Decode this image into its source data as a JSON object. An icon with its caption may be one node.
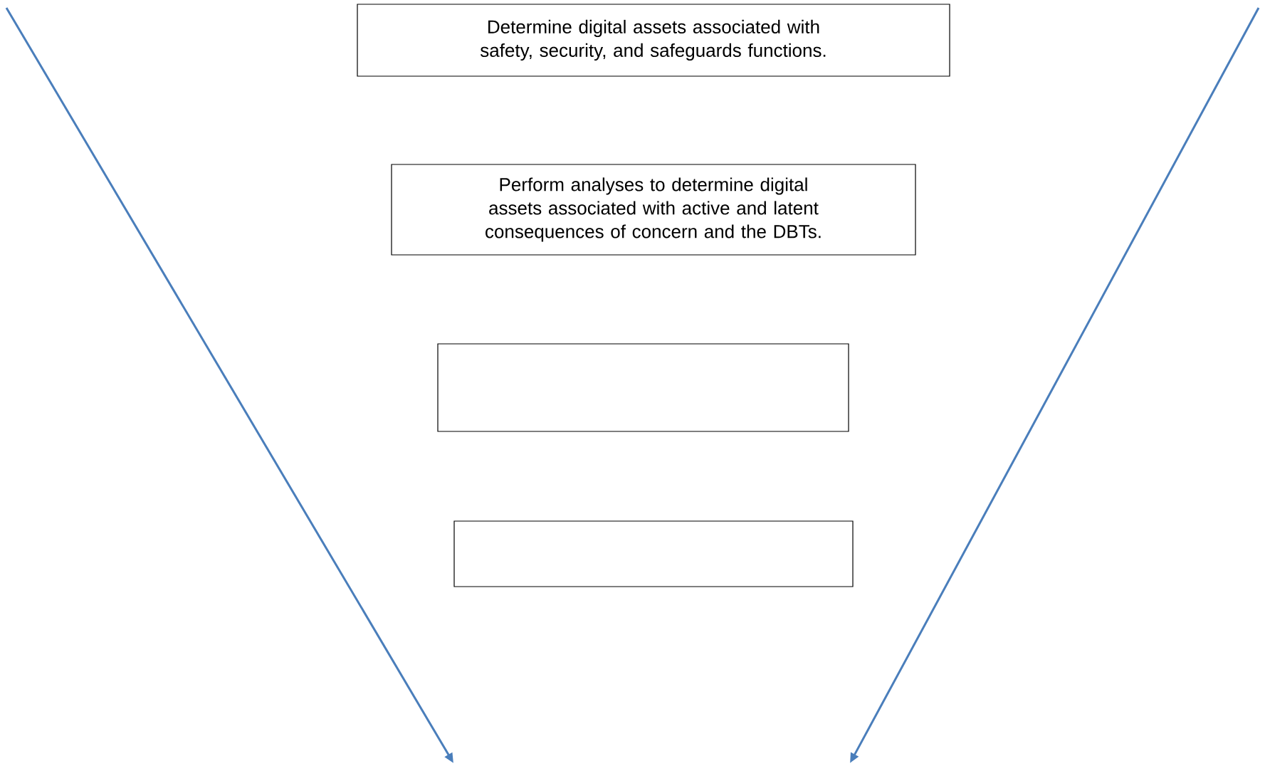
{
  "diagram": {
    "nodes": [
      {
        "text": [
          "Determine digital assets associated with safety, security, and safeguards functions."
        ]
      },
      {
        "text": [
          "Perform analyses to determine digital assets associated with active and latent consequences of concern and the DBTs."
        ]
      },
      {
        "text": [],
        "shape": "box"
      },
      {
        "text": [],
        "shape": "box"
      }
    ]
  }
}
